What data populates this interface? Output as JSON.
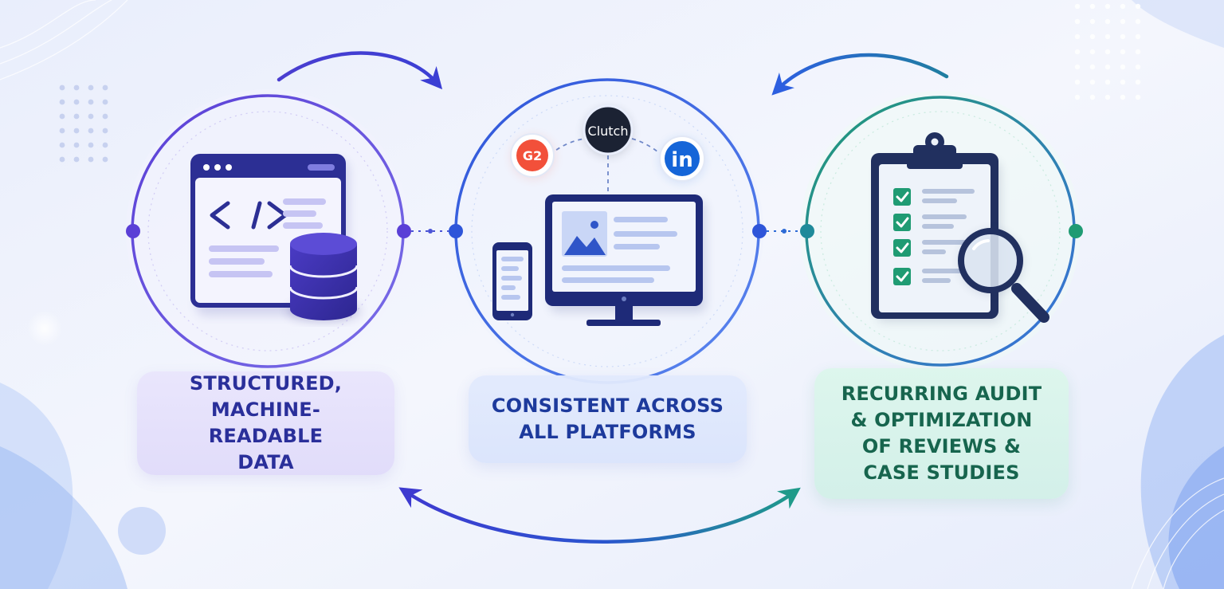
{
  "stages": [
    {
      "label": "STRUCTURED,\nMACHINE-READABLE\nDATA",
      "color": "#2a2f9a",
      "ring_color": "#6a55d8",
      "card_color": "#e4e0fb"
    },
    {
      "label": "CONSISTENT ACROSS\nALL PLATFORMS",
      "color": "#1d3a9c",
      "ring_color": "#3d63e0",
      "card_color": "#dce6fc"
    },
    {
      "label": "RECURRING AUDIT\n& OPTIMIZATION\nOF REVIEWS &\nCASE STUDIES",
      "color": "#17654e",
      "ring_color": "#23a37a",
      "card_color": "#d6f3e8"
    }
  ],
  "platform_badges": {
    "clutch": "Clutch",
    "g2": "G2",
    "linkedin": "in"
  },
  "icons": {
    "stage_1": "browser-code-database-icon",
    "stage_2": "multi-device-platforms-icon",
    "stage_3": "checklist-clipboard-magnifier-icon"
  },
  "colors": {
    "background": "#eef2fc",
    "navy": "#1e2a78",
    "clipboard_navy": "#21305f",
    "check_green": "#1f9b73",
    "clutch_bg": "#1b2233",
    "g2_red": "#f2503a",
    "linkedin_blue": "#1565d8"
  }
}
